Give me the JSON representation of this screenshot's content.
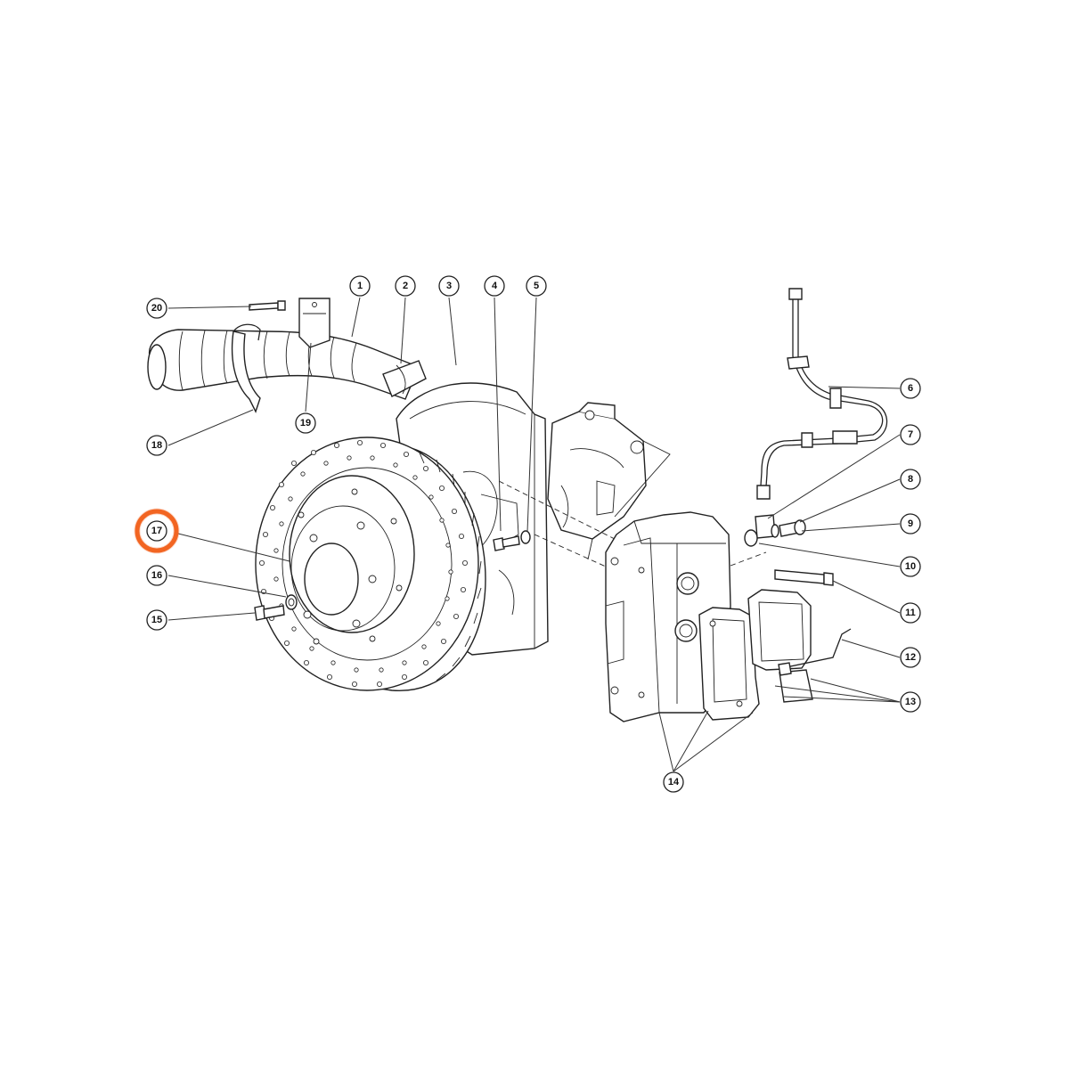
{
  "highlight": {
    "part": "17",
    "color": "#f26522"
  },
  "callouts": [
    "1",
    "2",
    "3",
    "4",
    "5",
    "6",
    "7",
    "8",
    "9",
    "10",
    "11",
    "12",
    "13",
    "14",
    "15",
    "16",
    "17",
    "18",
    "19",
    "20"
  ]
}
